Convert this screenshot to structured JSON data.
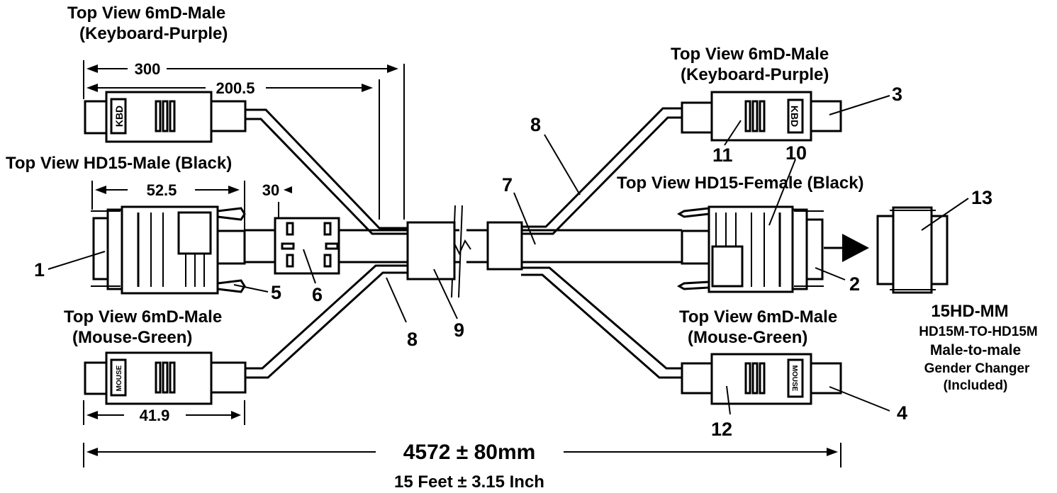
{
  "labels": {
    "kbd_left_line1": "Top View 6mD-Male",
    "kbd_left_line2": "(Keyboard-Purple)",
    "kbd_right_line1": "Top View 6mD-Male",
    "kbd_right_line2": "(Keyboard-Purple)",
    "hd15_male": "Top View HD15-Male (Black)",
    "hd15_female": "Top View HD15-Female (Black)",
    "mouse_left_line1": "Top View 6mD-Male",
    "mouse_left_line2": "(Mouse-Green)",
    "mouse_right_line1": "Top View 6mD-Male",
    "mouse_right_line2": "(Mouse-Green)",
    "gender_changer_model": "15HD-MM",
    "gender_changer_line2": "HD15M-TO-HD15M",
    "gender_changer_line3": "Male-to-male",
    "gender_changer_line4": "Gender Changer",
    "gender_changer_line5": "(Included)"
  },
  "connector_text": {
    "kbd": "KBD",
    "mouse": "MOUSE"
  },
  "dimensions": {
    "d300": "300",
    "d200_5": "200.5",
    "d52_5": "52.5",
    "d30": "30",
    "d41_9": "41.9",
    "total_mm": "4572 ± 80mm",
    "total_ft": "15 Feet ±  3.15 Inch"
  },
  "callouts": {
    "n1": "1",
    "n2": "2",
    "n3": "3",
    "n4": "4",
    "n5": "5",
    "n6": "6",
    "n7": "7",
    "n8a": "8",
    "n8b": "8",
    "n9": "9",
    "n10": "10",
    "n11": "11",
    "n12": "12",
    "n13": "13"
  }
}
